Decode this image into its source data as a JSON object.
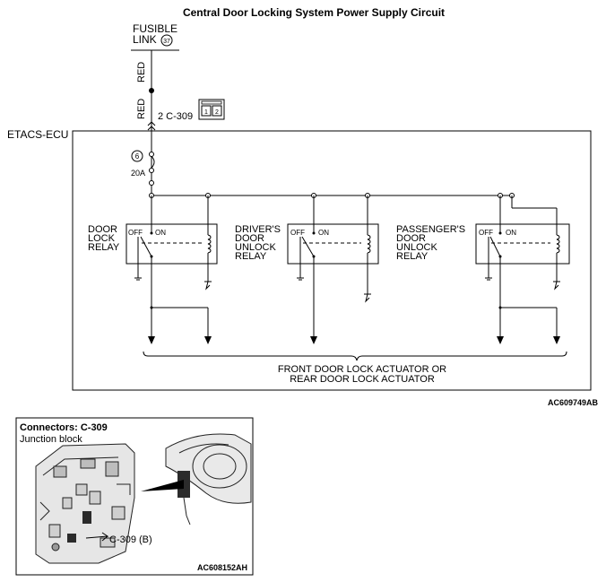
{
  "title": "Central Door Locking System Power Supply Circuit",
  "fusible_link": {
    "line1": "FUSIBLE",
    "line2": "LINK",
    "number": "37"
  },
  "wire_color_upper": "RED",
  "wire_color_lower": "RED",
  "connector_pin_label": "2  C-309",
  "connector_pins": [
    "1",
    "2"
  ],
  "ecu_label": "ETACS-ECU",
  "fuse": {
    "number": "6",
    "rating": "20A"
  },
  "relays": [
    {
      "label_lines": [
        "DOOR",
        "LOCK",
        "RELAY"
      ],
      "off": "OFF",
      "on": "ON"
    },
    {
      "label_lines": [
        "DRIVER'S",
        "DOOR",
        "UNLOCK",
        "RELAY"
      ],
      "off": "OFF",
      "on": "ON"
    },
    {
      "label_lines": [
        "PASSENGER'S",
        "DOOR",
        "UNLOCK",
        "RELAY"
      ],
      "off": "OFF",
      "on": "ON"
    }
  ],
  "actuator_lines": [
    "FRONT DOOR LOCK ACTUATOR OR",
    "REAR DOOR LOCK ACTUATOR"
  ],
  "diagram_code": "AC609749AB",
  "connectors_box": {
    "title": "Connectors: C-309",
    "subtitle": "Junction block",
    "callout": "C-309 (B)",
    "code": "AC608152AH"
  },
  "colors": {
    "line": "#000000",
    "background": "#ffffff"
  }
}
